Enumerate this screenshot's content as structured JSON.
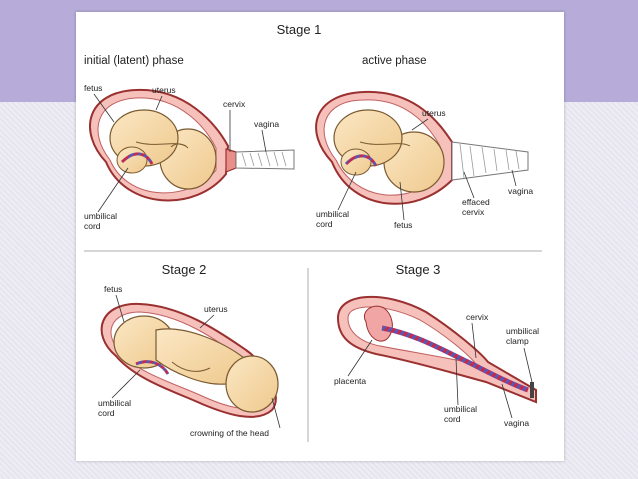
{
  "stage1": {
    "title": "Stage 1",
    "latent": {
      "phase": "initial (latent) phase",
      "fetus": "fetus",
      "uterus": "uterus",
      "cervix": "cervix",
      "vagina": "vagina",
      "umbilical_1": "umbilical",
      "umbilical_2": "cord"
    },
    "active": {
      "phase": "active phase",
      "uterus": "uterus",
      "vagina": "vagina",
      "effaced_1": "effaced",
      "effaced_2": "cervix",
      "umbilical_1": "umbilical",
      "umbilical_2": "cord",
      "fetus": "fetus"
    }
  },
  "stage2": {
    "title": "Stage 2",
    "fetus": "fetus",
    "uterus": "uterus",
    "umbilical_1": "umbilical",
    "umbilical_2": "cord",
    "crowning": "crowning of the head"
  },
  "stage3": {
    "title": "Stage 3",
    "cervix": "cervix",
    "clamp_1": "umbilical",
    "clamp_2": "clamp",
    "placenta": "placenta",
    "umbilical_1": "umbilical",
    "umbilical_2": "cord",
    "vagina": "vagina"
  }
}
